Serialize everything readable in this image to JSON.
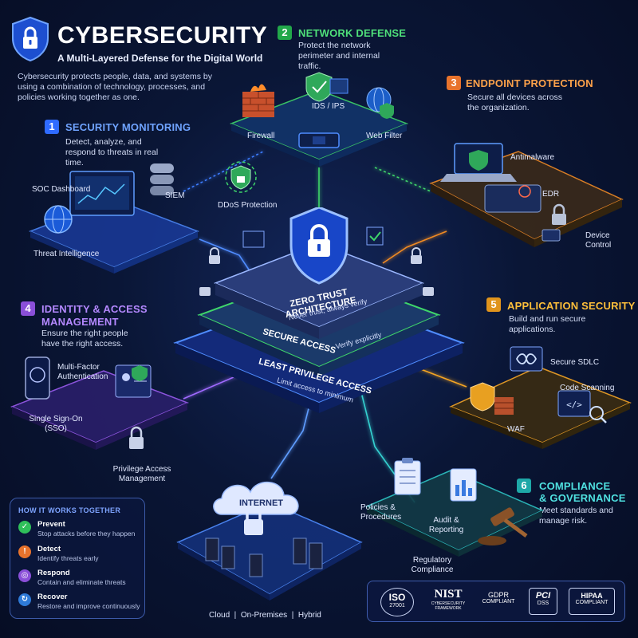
{
  "header": {
    "title": "CYBERSECURITY",
    "subtitle": "A Multi-Layered Defense for the Digital World",
    "intro": "Cybersecurity protects people, data, and systems by using a combination of technology, processes, and policies working together as one."
  },
  "sections": {
    "monitoring": {
      "num": "1",
      "title": "SECURITY MONITORING",
      "desc": "Detect, analyze, and respond to threats in real time.",
      "labels": [
        "SOC Dashboard",
        "SIEM",
        "Threat Intelligence"
      ]
    },
    "network": {
      "num": "2",
      "title": "NETWORK DEFENSE",
      "desc": "Protect the network perimeter and internal traffic.",
      "labels": [
        "IDS / IPS",
        "Firewall",
        "Web Filter",
        "DDoS Protection"
      ]
    },
    "endpoint": {
      "num": "3",
      "title": "ENDPOINT PROTECTION",
      "desc": "Secure all devices across the organization.",
      "labels": [
        "Antimalware",
        "EDR",
        "Device Control"
      ]
    },
    "identity": {
      "num": "4",
      "title_line1": "IDENTITY & ACCESS",
      "title_line2": "MANAGEMENT",
      "desc": "Ensure the right people have the right access.",
      "labels": [
        "Multi-Factor Authentication",
        "Single Sign-On (SSO)",
        "Privilege Access Management"
      ]
    },
    "application": {
      "num": "5",
      "title": "APPLICATION SECURITY",
      "desc": "Build and run secure applications.",
      "labels": [
        "Secure SDLC",
        "Code Scanning",
        "WAF"
      ]
    },
    "compliance": {
      "num": "6",
      "title_line1": "COMPLIANCE",
      "title_line2": "& GOVERNANCE",
      "desc": "Meet standards and manage risk.",
      "labels": [
        "Policies & Procedures",
        "Audit & Reporting",
        "Regulatory Compliance"
      ]
    }
  },
  "core": {
    "zero_trust": "ZERO TRUST ARCHITECTURE",
    "zero_trust_sub": "Never trust, always verify",
    "secure_access": "SECURE ACCESS",
    "verify": "Verify explicitly",
    "least_privilege": "LEAST PRIVILEGE ACCESS",
    "least_privilege_sub": "Limit access to minimum"
  },
  "internet": {
    "label": "INTERNET",
    "bottom": "Cloud  |  On-Premises  |  Hybrid"
  },
  "legend": {
    "title": "HOW IT WORKS TOGETHER",
    "items": [
      {
        "name": "Prevent",
        "desc": "Stop attacks before they happen",
        "color": "#2fbf5a"
      },
      {
        "name": "Detect",
        "desc": "Identify threats early",
        "color": "#e8732c"
      },
      {
        "name": "Respond",
        "desc": "Contain and eliminate threats",
        "color": "#8a4fd8"
      },
      {
        "name": "Recover",
        "desc": "Restore and improve continuously",
        "color": "#2e7ad8"
      }
    ]
  },
  "badges": {
    "iso": "ISO",
    "iso_sub": "27001",
    "nist": "NIST",
    "nist_sub": "CYBERSECURITY FRAMEWORK",
    "gdpr": "GDPR",
    "gdpr_sub": "COMPLIANT",
    "pci": "PCI",
    "pci_sub": "DSS",
    "hipaa": "HIPAA",
    "hipaa_sub": "COMPLIANT"
  },
  "colors": {
    "monitoring": "#3d7bff",
    "network": "#34c759",
    "endpoint": "#f08a24",
    "identity": "#9b5cf0",
    "application": "#f5a524",
    "compliance": "#2ec4c4"
  }
}
